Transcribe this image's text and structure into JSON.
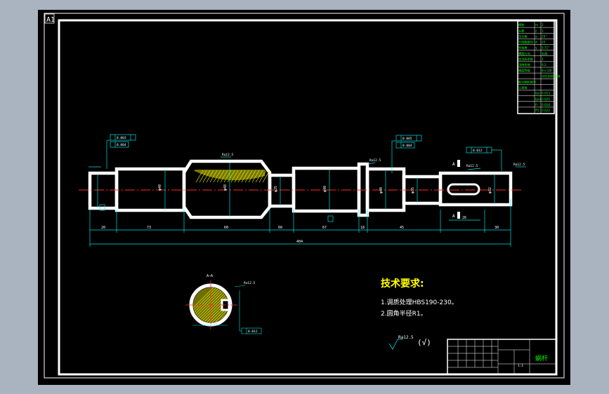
{
  "sheet": {
    "size_label": "A1"
  },
  "title_block": {
    "part_name": "蜗杆",
    "scale": "1:1"
  },
  "param_table": {
    "rows": [
      [
        "模数",
        "m",
        "2"
      ],
      [
        "头数",
        "z",
        "1"
      ],
      [
        "压力角",
        "α",
        "20°"
      ],
      [
        "分度圆直径",
        "d",
        "20"
      ],
      [
        "导程角",
        "γ",
        "5.71°"
      ],
      [
        "螺旋方向",
        "",
        "右旋"
      ],
      [
        "齿顶高系数",
        "",
        "1"
      ],
      [
        "顶隙系数",
        "",
        "0.2"
      ],
      [
        "精度等级",
        "",
        "8-c-GB"
      ],
      [
        "",
        "",
        "GB10089-88"
      ],
      [
        "配对蜗轮图号",
        "",
        ""
      ],
      [
        "公差组",
        "",
        ""
      ],
      [
        "",
        "fpx",
        "0.015"
      ],
      [
        "",
        "fpxL",
        "0.025"
      ],
      [
        "",
        "fr",
        "0.018"
      ],
      [
        "",
        "ff1",
        "0.022"
      ]
    ]
  },
  "tech_req": {
    "title": "技术要求:",
    "items": [
      "1.调质处理HBS190-230。",
      "2.圆角半径R1。"
    ]
  },
  "roughness": {
    "general": "Ra12.5"
  },
  "section": {
    "label": "A—A"
  },
  "dims": {
    "d1": "20",
    "d2": "73",
    "d3": "60",
    "d4": "67",
    "d5": "18",
    "d6": "45",
    "d7": "26",
    "d8": "30",
    "overall": "404",
    "tol1": "0.003",
    "tol2": "0.004",
    "tol3": "0.005",
    "tol4": "0.012"
  }
}
